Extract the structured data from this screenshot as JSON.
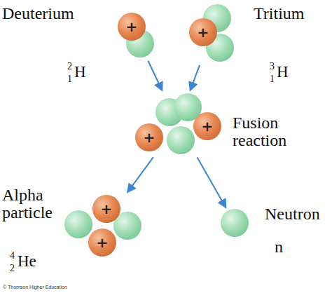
{
  "diagram": {
    "nodes": [
      {
        "text": [
          "Deuterium",
          "+",
          "2",
          "1",
          "H"
        ]
      },
      {
        "text": [
          "Tritium",
          "+",
          "3",
          "1",
          "H"
        ]
      },
      {
        "text": [
          "+",
          "+",
          "Fusion reaction"
        ]
      },
      {
        "text": [
          "Alpha particle",
          "+",
          "+",
          "4",
          "2",
          "He"
        ]
      },
      {
        "text": [
          "Neutron",
          "n"
        ]
      }
    ],
    "edges": [
      {
        "from": 0,
        "to": 2,
        "arrow": "to"
      },
      {
        "from": 1,
        "to": 2,
        "arrow": "to"
      },
      {
        "from": 2,
        "to": 3,
        "arrow": "to"
      },
      {
        "from": 2,
        "to": 4,
        "arrow": "to"
      }
    ],
    "labels": [
      "© Thomson Higher Education"
    ]
  }
}
